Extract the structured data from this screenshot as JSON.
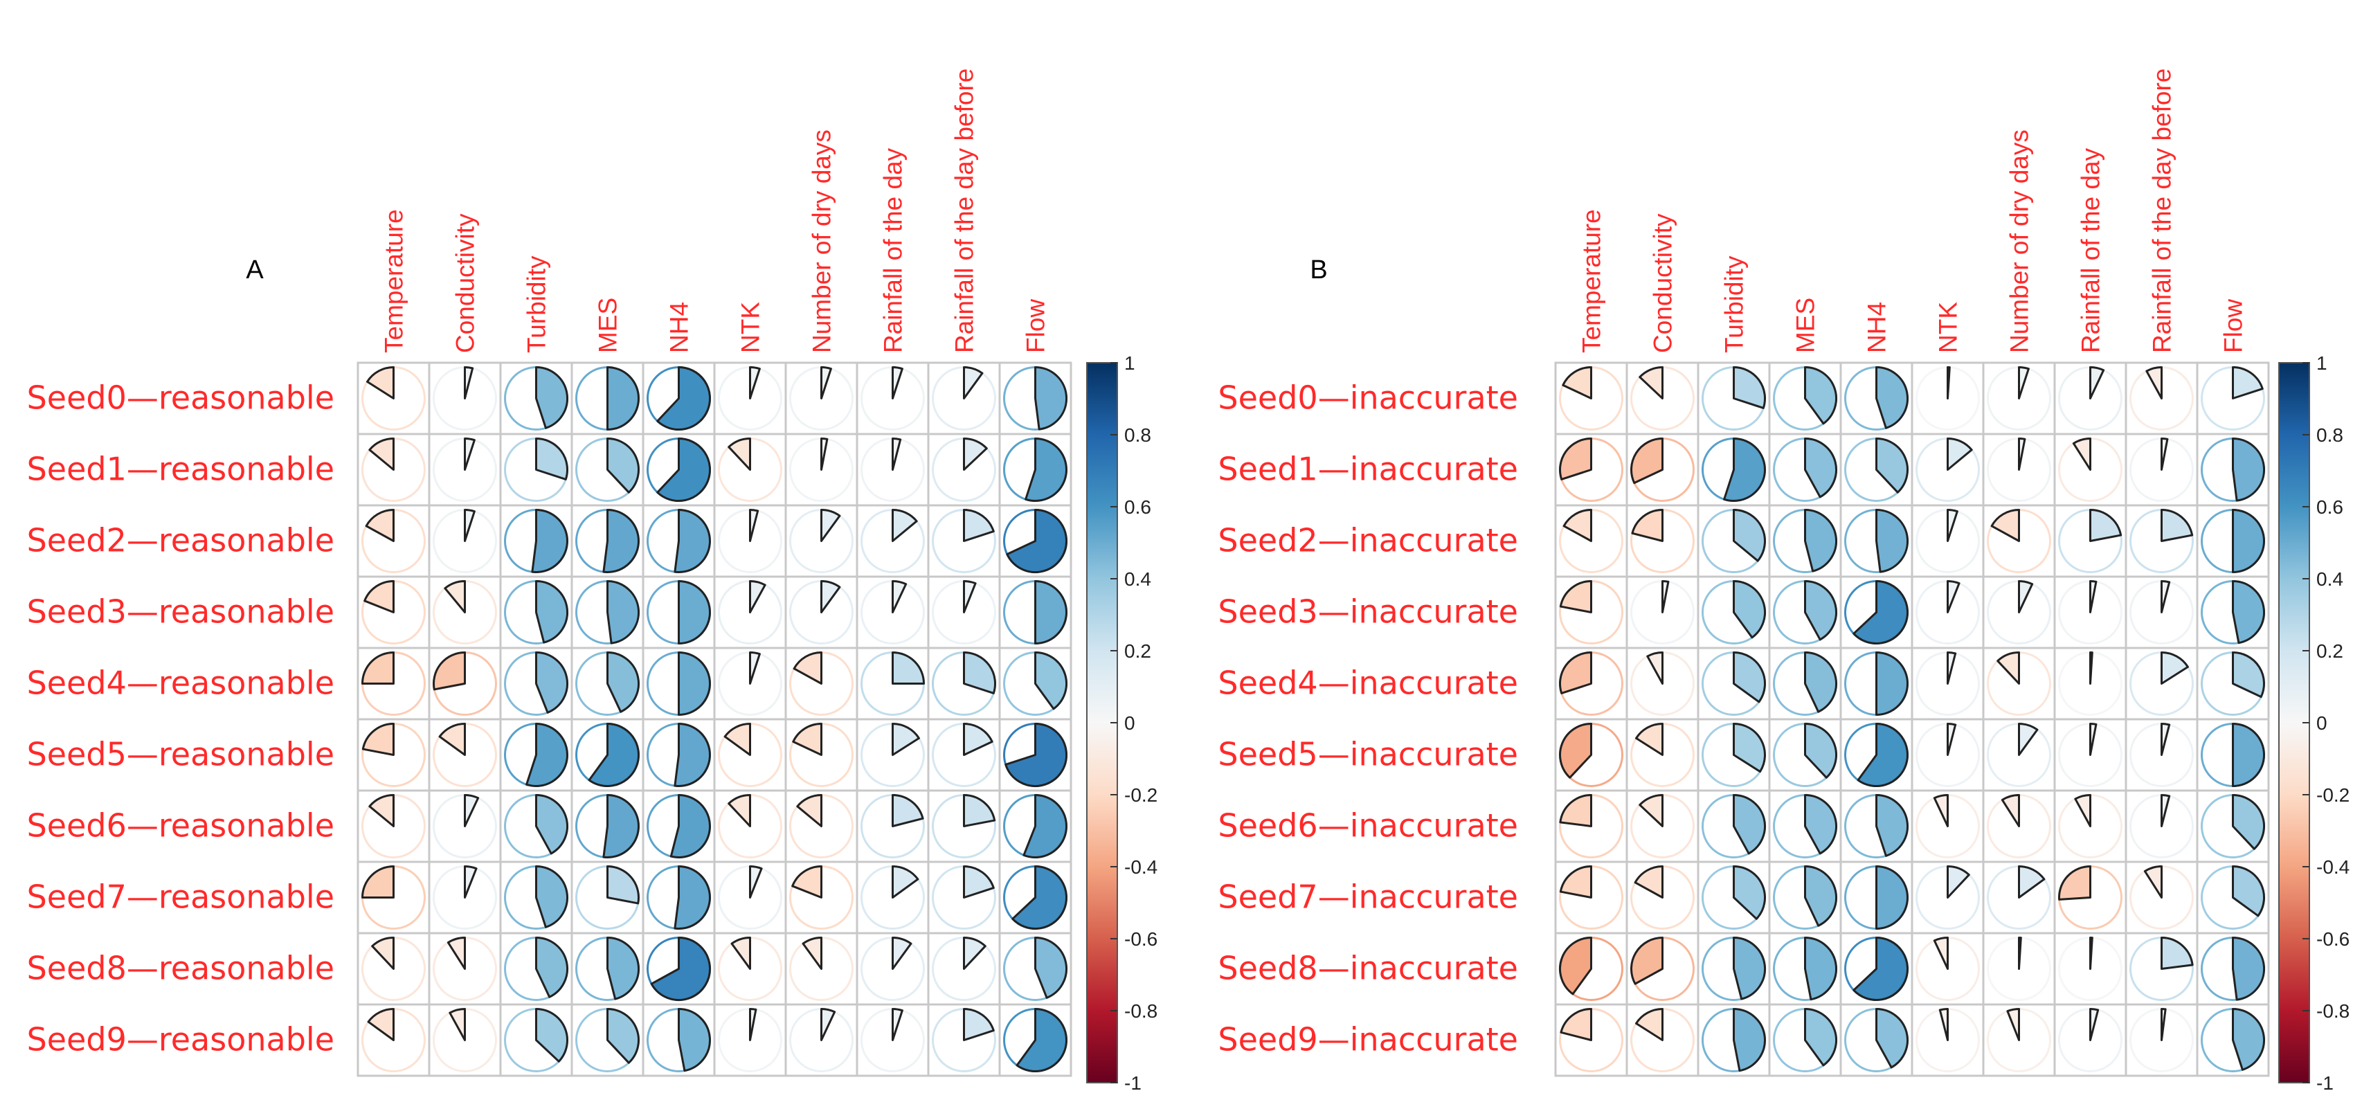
{
  "colors": {
    "label": "#ff2a2a",
    "grid": "#c8c8c8",
    "wedge_edge": "#222222",
    "scale_neg_dark": "#67001f",
    "scale_neg_mid": "#f4a582",
    "scale_zero": "#f7f7f7",
    "scale_pos_mid": "#92c5de",
    "scale_pos_dark": "#053061"
  },
  "chart_data": [
    {
      "type": "heatmap",
      "panel": "A",
      "columns": [
        "Temperature",
        "Conductivity",
        "Turbidity",
        "MES",
        "NH4",
        "NTK",
        "Number of dry days",
        "Rainfall of the day",
        "Rainfall of the day before",
        "Flow"
      ],
      "rows": [
        "Seed0—reasonable",
        "Seed1—reasonable",
        "Seed2—reasonable",
        "Seed3—reasonable",
        "Seed4—reasonable",
        "Seed5—reasonable",
        "Seed6—reasonable",
        "Seed7—reasonable",
        "Seed8—reasonable",
        "Seed9—reasonable"
      ],
      "values": [
        [
          -0.16,
          0.04,
          0.45,
          0.5,
          0.62,
          0.05,
          0.05,
          0.05,
          0.1,
          0.48
        ],
        [
          -0.14,
          0.05,
          0.3,
          0.38,
          0.62,
          -0.12,
          0.03,
          0.04,
          0.13,
          0.55
        ],
        [
          -0.17,
          0.05,
          0.52,
          0.52,
          0.52,
          0.04,
          0.1,
          0.14,
          0.2,
          0.68
        ],
        [
          -0.19,
          -0.11,
          0.46,
          0.48,
          0.5,
          0.08,
          0.1,
          0.07,
          0.06,
          0.5
        ],
        [
          -0.25,
          -0.28,
          0.44,
          0.43,
          0.5,
          0.05,
          -0.17,
          0.25,
          0.3,
          0.4
        ],
        [
          -0.22,
          -0.15,
          0.55,
          0.6,
          0.52,
          -0.15,
          -0.18,
          0.16,
          0.18,
          0.7
        ],
        [
          -0.14,
          0.07,
          0.42,
          0.52,
          0.54,
          -0.12,
          -0.14,
          0.21,
          0.22,
          0.56
        ],
        [
          -0.25,
          0.06,
          0.45,
          0.28,
          0.52,
          0.06,
          -0.19,
          0.15,
          0.2,
          0.63
        ],
        [
          -0.12,
          -0.09,
          0.43,
          0.46,
          0.67,
          -0.1,
          -0.1,
          0.1,
          0.12,
          0.44
        ],
        [
          -0.15,
          -0.08,
          0.37,
          0.38,
          0.47,
          0.03,
          0.07,
          0.05,
          0.2,
          0.6
        ]
      ],
      "scale": {
        "min": -1,
        "max": 1,
        "ticks": [
          "1",
          "0.8",
          "0.6",
          "0.4",
          "0.2",
          "0",
          "-0.2",
          "-0.4",
          "-0.6",
          "-0.8",
          "-1"
        ]
      }
    },
    {
      "type": "heatmap",
      "panel": "B",
      "columns": [
        "Temperature",
        "Conductivity",
        "Turbidity",
        "MES",
        "NH4",
        "NTK",
        "Number of dry days",
        "Rainfall of the day",
        "Rainfall of the day before",
        "Flow"
      ],
      "rows": [
        "Seed0—inaccurate",
        "Seed1—inaccurate",
        "Seed2—inaccurate",
        "Seed3—inaccurate",
        "Seed4—inaccurate",
        "Seed5—inaccurate",
        "Seed6—inaccurate",
        "Seed7—inaccurate",
        "Seed8—inaccurate",
        "Seed9—inaccurate"
      ],
      "values": [
        [
          -0.18,
          -0.13,
          0.3,
          0.4,
          0.45,
          0.01,
          0.05,
          0.07,
          -0.08,
          0.2
        ],
        [
          -0.3,
          -0.32,
          0.55,
          0.42,
          0.38,
          0.14,
          0.03,
          -0.09,
          0.03,
          0.48
        ],
        [
          -0.17,
          -0.21,
          0.36,
          0.46,
          0.48,
          0.05,
          -0.17,
          0.22,
          0.22,
          0.5
        ],
        [
          -0.22,
          0.03,
          0.4,
          0.42,
          0.63,
          0.06,
          0.07,
          0.03,
          0.04,
          0.47
        ],
        [
          -0.3,
          -0.08,
          0.35,
          0.43,
          0.5,
          0.04,
          -0.12,
          0.01,
          0.16,
          0.32
        ],
        [
          -0.38,
          -0.16,
          0.34,
          0.38,
          0.6,
          0.04,
          0.1,
          0.03,
          0.04,
          0.5
        ],
        [
          -0.23,
          -0.13,
          0.42,
          0.42,
          0.45,
          -0.07,
          -0.09,
          -0.08,
          0.04,
          0.38
        ],
        [
          -0.22,
          -0.17,
          0.37,
          0.43,
          0.5,
          0.12,
          0.15,
          -0.26,
          -0.09,
          0.35
        ],
        [
          -0.4,
          -0.33,
          0.46,
          0.47,
          0.63,
          -0.07,
          0.01,
          0.01,
          0.23,
          0.48
        ],
        [
          -0.21,
          -0.16,
          0.47,
          0.4,
          0.42,
          -0.04,
          -0.06,
          0.04,
          0.02,
          0.45
        ]
      ],
      "scale": {
        "min": -1,
        "max": 1,
        "ticks": [
          "1",
          "0.8",
          "0.6",
          "0.4",
          "0.2",
          "0",
          "-0.2",
          "-0.4",
          "-0.6",
          "-0.8",
          "-1"
        ]
      }
    }
  ]
}
